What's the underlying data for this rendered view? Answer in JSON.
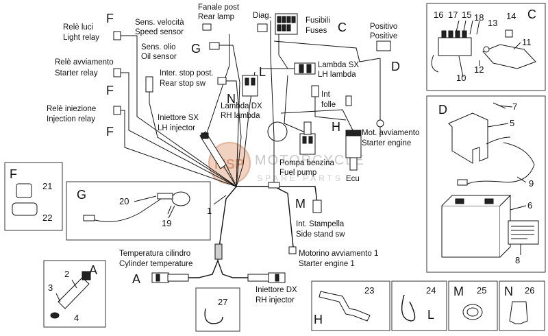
{
  "labels": {
    "light_relay_it": "Relè luci",
    "light_relay_en": "Light relay",
    "starter_relay_it": "Relè avviamento",
    "starter_relay_en": "Starter relay",
    "injection_relay_it": "Relè iniezione",
    "injection_relay_en": "Injection relay",
    "speed_sensor_it": "Sens. velocità",
    "speed_sensor_en": "Speed sensor",
    "rear_lamp_it": "Fanale post",
    "rear_lamp_en": "Rear lamp",
    "diag": "Diag.",
    "fuses_it": "Fusibili",
    "fuses_en": "Fuses",
    "positive_it": "Positivo",
    "positive_en": "Positive",
    "oil_sensor_it": "Sens. olio",
    "oil_sensor_en": "Oil sensor",
    "rear_stop_it": "Inter. stop post.",
    "rear_stop_en": "Rear stop sw",
    "lh_lambda_it": "Lambda SX",
    "lh_lambda_en": "LH lambda",
    "rh_lambda_it": "Lambda DX",
    "rh_lambda_en": "RH lambda",
    "neutral_it": "Int",
    "neutral_en": "folle",
    "starter_engine_it": "Mot. avviamento",
    "starter_engine_en": "Starter engine",
    "lh_injector_it": "Iniettore SX",
    "lh_injector_en": "LH injector",
    "fuel_pump_it": "Pompa benzina",
    "fuel_pump_en": "Fuel pump",
    "ecu": "Ecu",
    "side_stand_it": "Int. Stampella",
    "side_stand_en": "Side stand sw",
    "starter_engine1_it": "Motorino avviamento 1",
    "starter_engine1_en": "Starter engine 1",
    "cyl_temp_it": "Temperatura cilindro",
    "cyl_temp_en": "Cylinder temperature",
    "rh_injector_it": "Iniettore DX",
    "rh_injector_en": "RH injector"
  },
  "letters": {
    "F": "F",
    "G": "G",
    "C": "C",
    "D": "D",
    "L": "L",
    "N": "N",
    "H": "H",
    "M": "M",
    "A": "A"
  },
  "numbers": {
    "n1": "1",
    "n2": "2",
    "n3": "3",
    "n4": "4",
    "n5": "5",
    "n6": "6",
    "n7": "7",
    "n8": "8",
    "n9": "9",
    "n10": "10",
    "n11": "11",
    "n12": "12",
    "n13": "13",
    "n14": "14",
    "n15": "15",
    "n16": "16",
    "n17": "17",
    "n18": "18",
    "n19": "19",
    "n20": "20",
    "n21": "21",
    "n22": "22",
    "n23": "23",
    "n24": "24",
    "n25": "25",
    "n26": "26",
    "n27": "27"
  },
  "watermark": {
    "line1": "MOTORCYCLE",
    "line2": "SPARE PARTS",
    "badge": "MSP"
  },
  "colors": {
    "line": "#111111",
    "watermark": "#c9c9c9",
    "badge": "#e8b9a0"
  }
}
